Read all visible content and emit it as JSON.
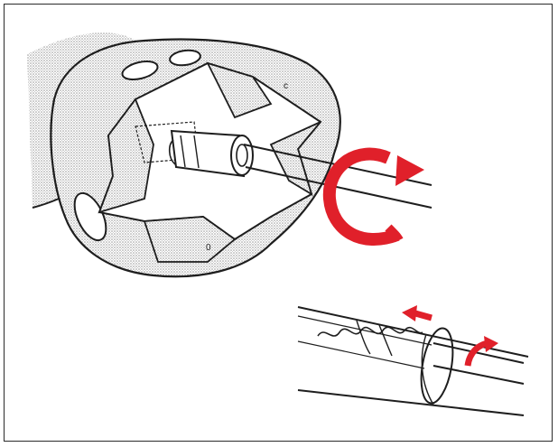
{
  "illustration": {
    "colors": {
      "line": "#1e1e1e",
      "stipple": "#9a9a9a",
      "arrow_red": "#e0202a",
      "background": "#ffffff"
    },
    "parts": [
      "collet-chuck",
      "collet-jaws",
      "drive-shaft",
      "rotation-arrow",
      "tube-detail",
      "spring-clip",
      "slide-arrow",
      "twist-arrow"
    ]
  }
}
